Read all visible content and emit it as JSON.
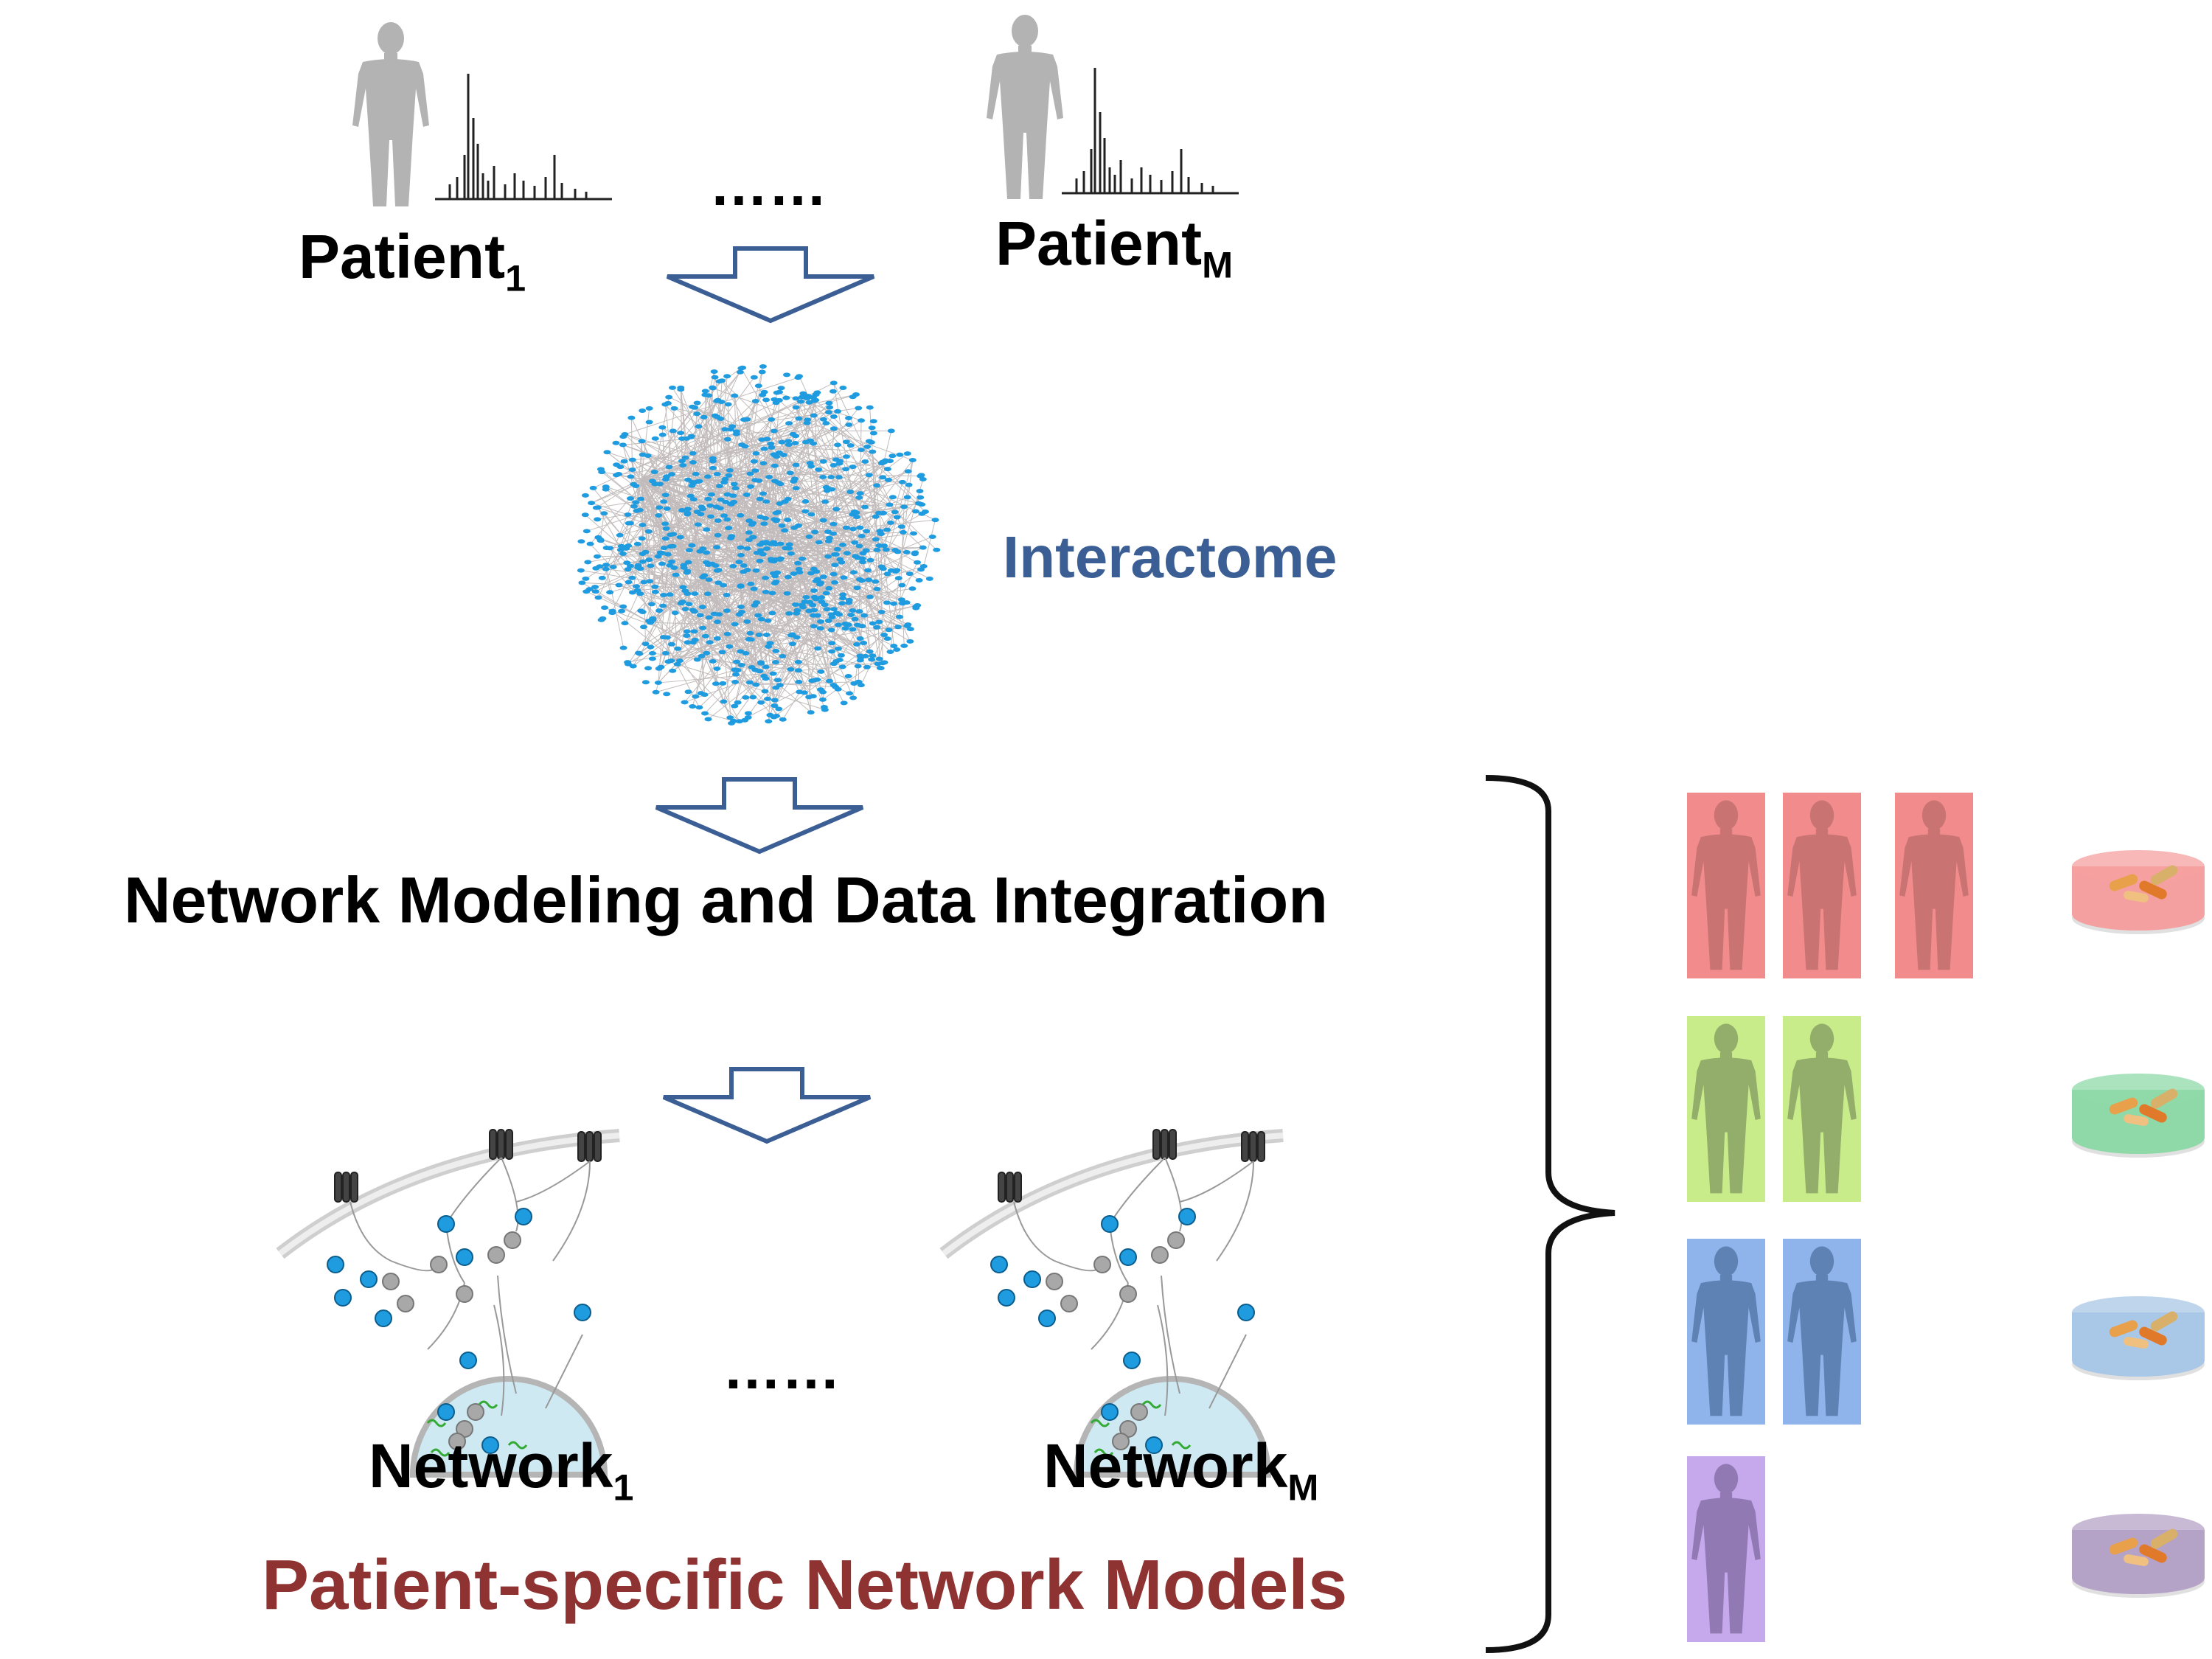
{
  "top": {
    "patient_first": {
      "text": "Patient",
      "sub": "1"
    },
    "patient_last": {
      "text": "Patient",
      "sub": "M"
    },
    "ellipsis": "……"
  },
  "interactome": {
    "label": "Interactome",
    "color": "#3b5f95"
  },
  "modeling": {
    "label": "Network Modeling and Data Integration"
  },
  "networks": {
    "first": {
      "text": "Network",
      "sub": "1"
    },
    "last": {
      "text": "Network",
      "sub": "M"
    },
    "ellipsis": "……"
  },
  "footer": {
    "label": "Patient-specific Network Models",
    "color": "#8e3232"
  },
  "groups": [
    {
      "color": "#f28b8b",
      "figure_color": "#c97373",
      "patients": 3,
      "drug_color": "#f5a0a0"
    },
    {
      "color": "#c9ec8a",
      "figure_color": "#93ad6a",
      "patients": 2,
      "drug_color": "#8fd9a8"
    },
    {
      "color": "#8fb4ec",
      "figure_color": "#5e82b3",
      "patients": 2,
      "drug_color": "#a9c7e6"
    },
    {
      "color": "#c6a8ec",
      "figure_color": "#9179b3",
      "patients": 1,
      "drug_color": "#b5a3c7"
    }
  ],
  "colors": {
    "arrow": "#3b5f95",
    "node_blue": "#1f9be0",
    "node_gray": "#a0a0a0"
  }
}
